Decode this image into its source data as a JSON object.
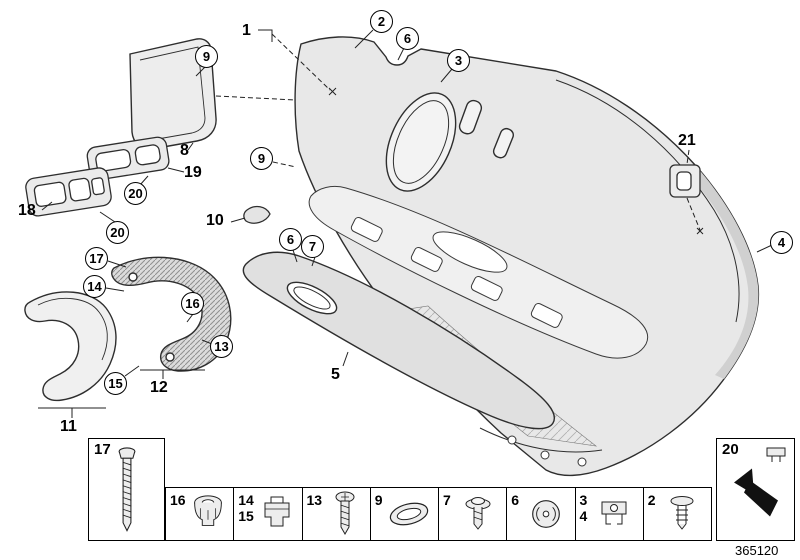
{
  "callouts": {
    "n1": "1",
    "n2": "2",
    "n3": "3",
    "n4": "4",
    "n5": "5",
    "n6a": "6",
    "n6b": "6",
    "n7": "7",
    "n8": "8",
    "n9a": "9",
    "n9b": "9",
    "n10": "10",
    "n11": "11",
    "n12": "12",
    "n13": "13",
    "n14": "14",
    "n15": "15",
    "n16": "16",
    "n17": "17",
    "n18": "18",
    "n19": "19",
    "n20a": "20",
    "n20b": "20",
    "n21": "21"
  },
  "legend": {
    "box17": {
      "label": "17",
      "icon": "long-screw"
    },
    "cells": [
      {
        "label": "16",
        "icon": "grommet-nut"
      },
      {
        "label": "14",
        "label2": "15",
        "icon": "panel-clip"
      },
      {
        "label": "13",
        "icon": "tapping-screw"
      },
      {
        "label": "9",
        "icon": "oval-seal"
      },
      {
        "label": "7",
        "icon": "washer-screw"
      },
      {
        "label": "6",
        "icon": "spring-nut"
      },
      {
        "label": "3",
        "label2": "4",
        "icon": "retainer-clip"
      },
      {
        "label": "2",
        "icon": "expansion-rivet"
      }
    ],
    "box20": {
      "label": "20",
      "icon": "direction-arrow"
    }
  },
  "footer": {
    "drawing_number": "365120"
  }
}
